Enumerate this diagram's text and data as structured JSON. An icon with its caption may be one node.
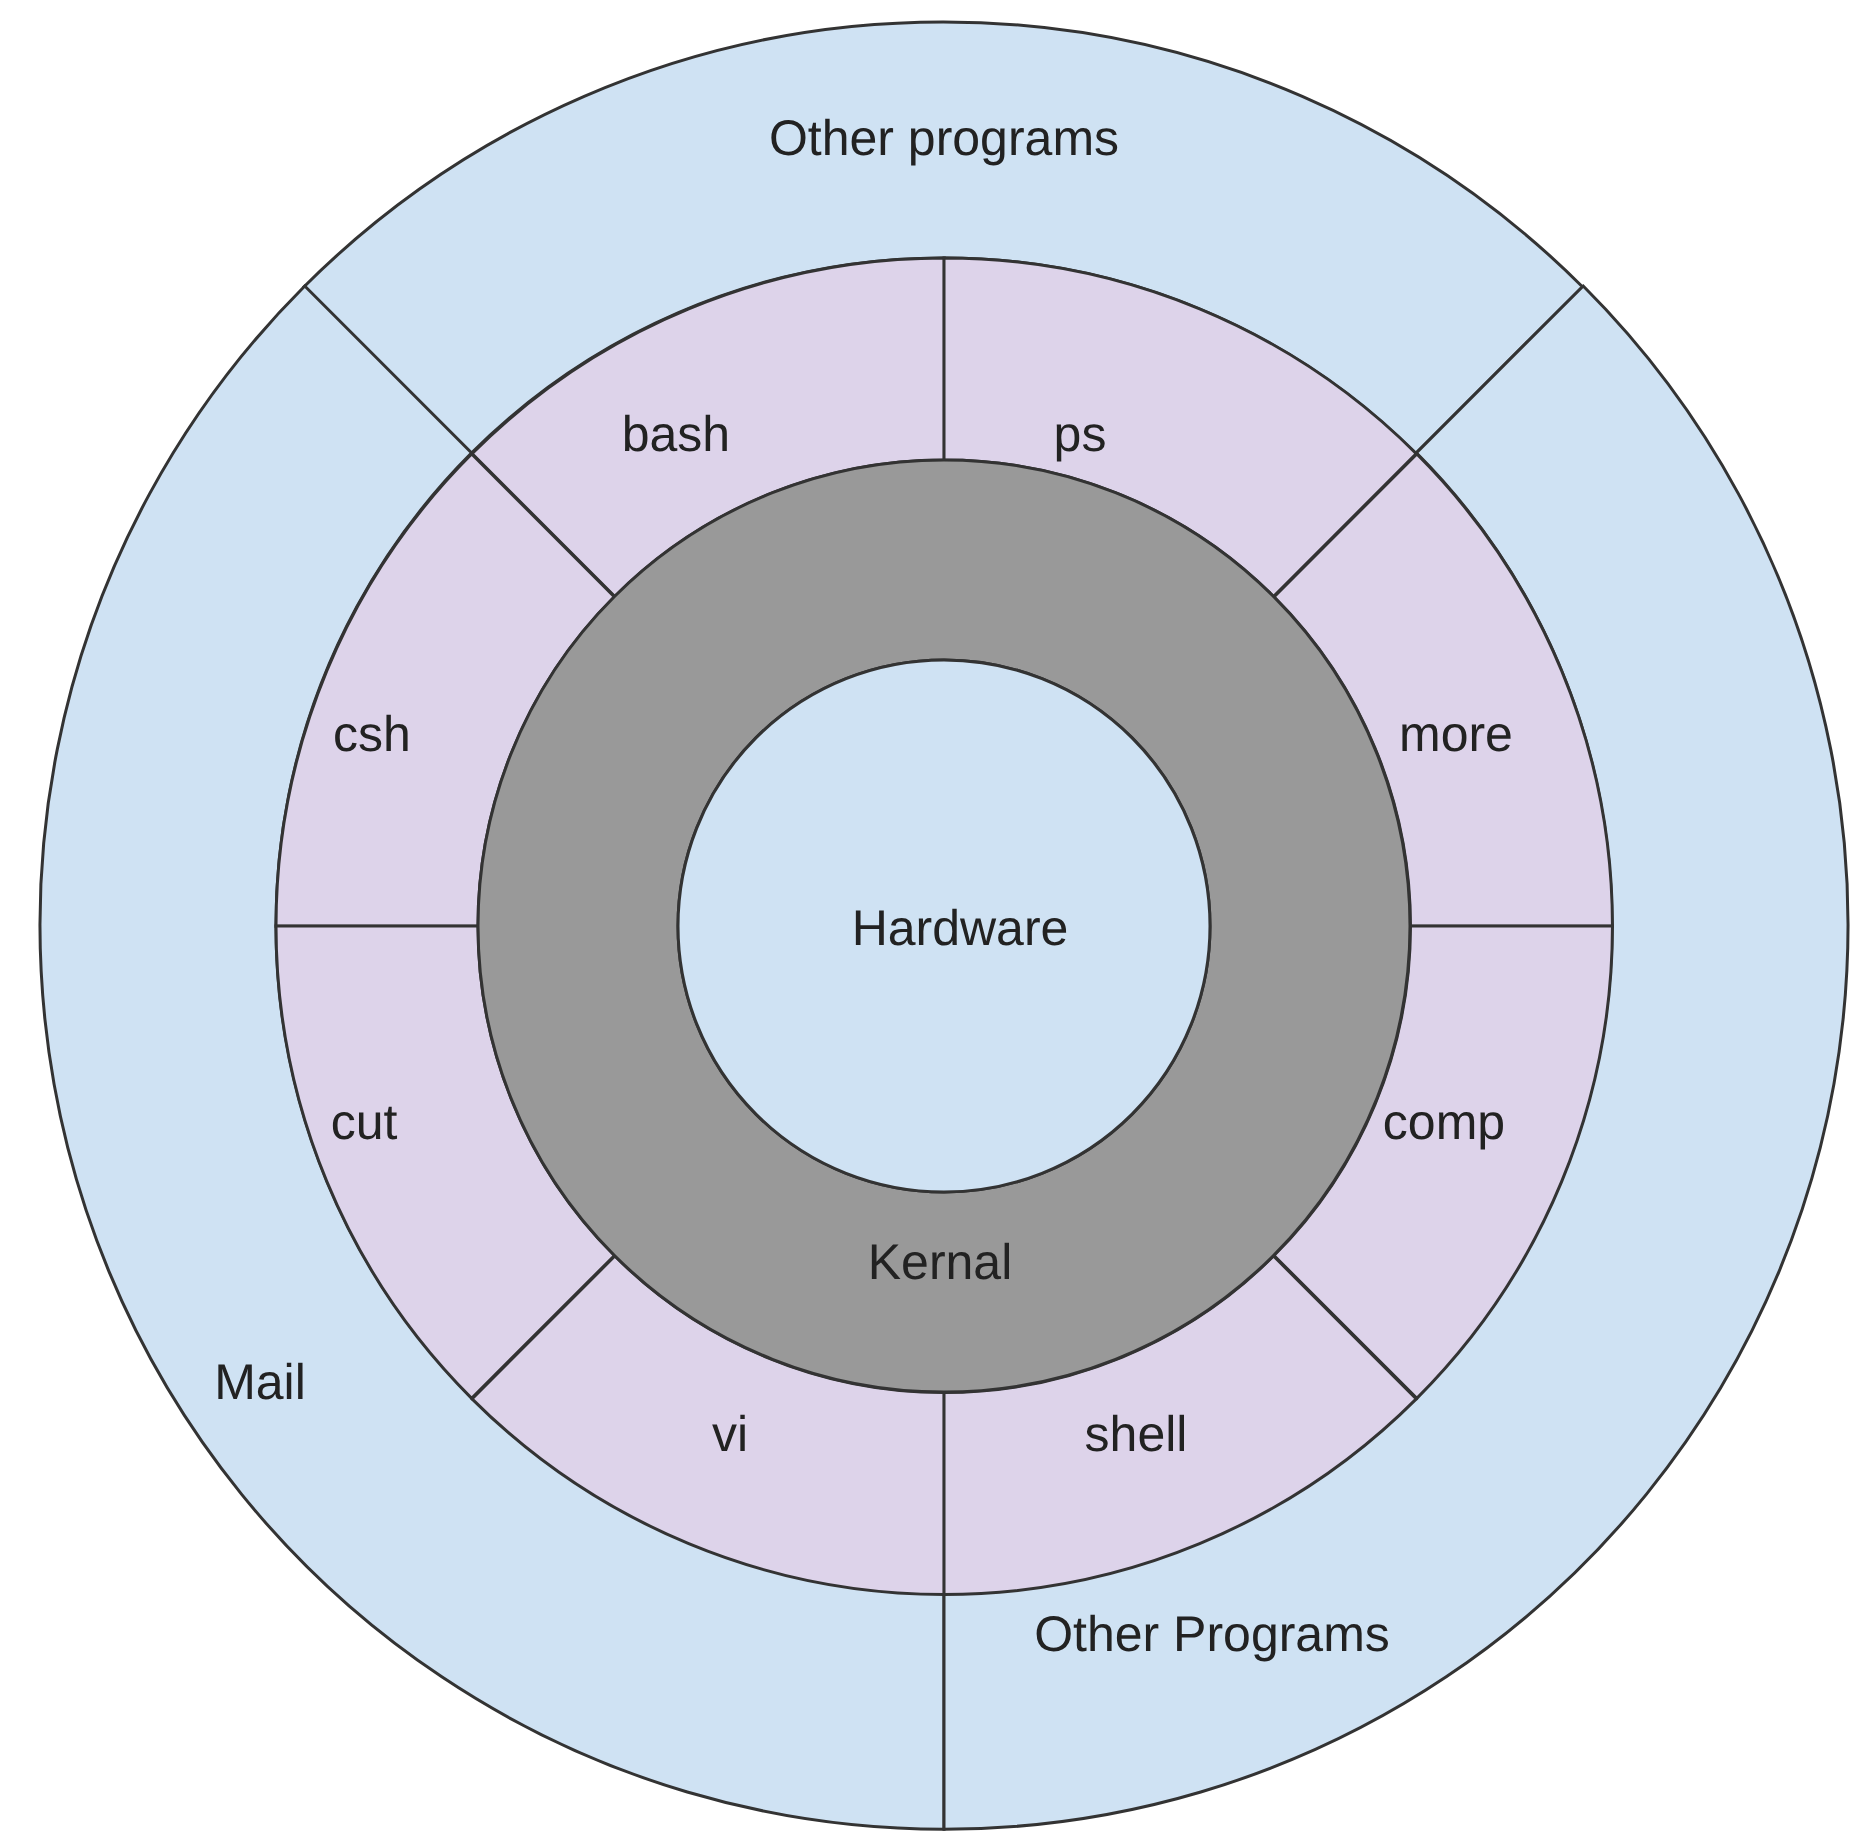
{
  "diagram": {
    "nodes": [
      {
        "text": [
          "Other programs"
        ]
      },
      {
        "text": [
          "bash"
        ]
      },
      {
        "text": [
          "ps"
        ]
      },
      {
        "text": [
          "csh"
        ]
      },
      {
        "text": [
          "more"
        ]
      },
      {
        "text": [
          "Hardware"
        ],
        "in": 8
      },
      {
        "text": [
          "cut"
        ]
      },
      {
        "text": [
          "comp"
        ]
      },
      {
        "text": [
          "Kernal"
        ]
      },
      {
        "text": [
          "Mail"
        ]
      },
      {
        "text": [
          "vi"
        ]
      },
      {
        "text": [
          "shell"
        ]
      },
      {
        "text": [
          "Other Programs"
        ]
      }
    ],
    "edges": []
  }
}
